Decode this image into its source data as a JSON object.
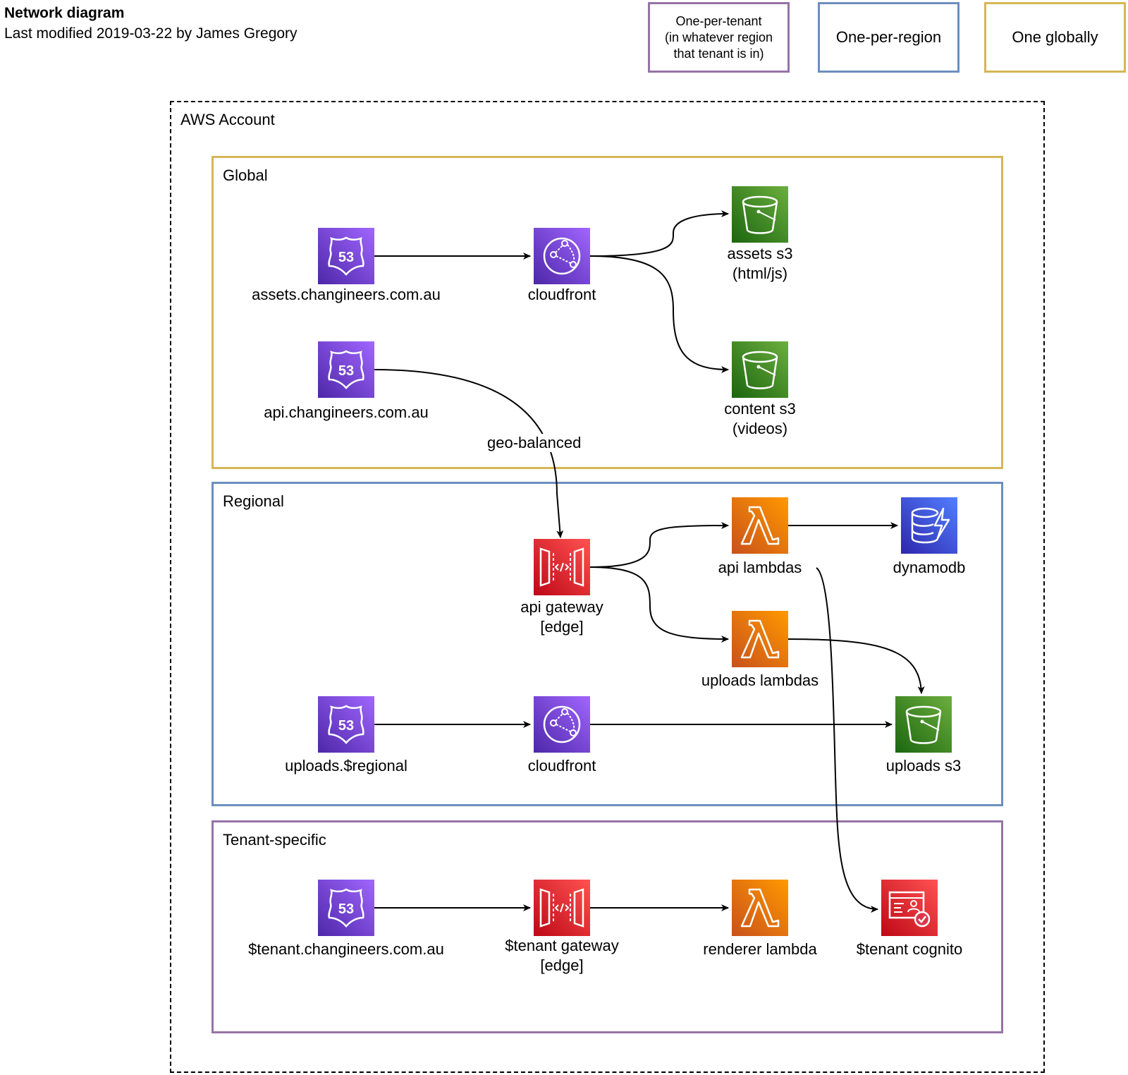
{
  "header": {
    "title": "Network diagram",
    "subtitle": "Last modified 2019-03-22 by James Gregory"
  },
  "legend": {
    "tenant": "One-per-tenant\n(in whatever region\nthat tenant is in)",
    "region": "One-per-region",
    "global": "One globally"
  },
  "account": {
    "label": "AWS Account"
  },
  "groups": {
    "global": "Global",
    "regional": "Regional",
    "tenant": "Tenant-specific"
  },
  "nodes": {
    "r53_assets": {
      "label": "assets.changineers.com.au",
      "icon": "route53-icon"
    },
    "cf_global": {
      "label": "cloudfront",
      "icon": "cloudfront-icon"
    },
    "s3_assets": {
      "label": "assets s3\n(html/js)",
      "icon": "s3-bucket-icon"
    },
    "r53_api": {
      "label": "api.changineers.com.au",
      "icon": "route53-icon"
    },
    "s3_content": {
      "label": "content s3\n(videos)",
      "icon": "s3-bucket-icon"
    },
    "apigw": {
      "label": "api gateway\n[edge]",
      "icon": "api-gateway-icon"
    },
    "lambda_api": {
      "label": "api lambdas",
      "icon": "lambda-icon"
    },
    "dynamodb": {
      "label": "dynamodb",
      "icon": "dynamodb-icon"
    },
    "lambda_uploads": {
      "label": "uploads lambdas",
      "icon": "lambda-icon"
    },
    "r53_uploads": {
      "label": "uploads.$regional",
      "icon": "route53-icon"
    },
    "cf_regional": {
      "label": "cloudfront",
      "icon": "cloudfront-icon"
    },
    "s3_uploads": {
      "label": "uploads s3",
      "icon": "s3-bucket-icon"
    },
    "r53_tenant": {
      "label": "$tenant.changineers.com.au",
      "icon": "route53-icon"
    },
    "tenant_gw": {
      "label": "$tenant gateway\n[edge]",
      "icon": "api-gateway-icon"
    },
    "lambda_renderer": {
      "label": "renderer lambda",
      "icon": "lambda-icon"
    },
    "cognito": {
      "label": "$tenant cognito",
      "icon": "cognito-icon"
    }
  },
  "edges": {
    "geo_label": "geo-balanced"
  },
  "colors": {
    "purple": "#7b42d8",
    "orange": "#ed7100",
    "green": "#3f8624",
    "red": "#dd344c",
    "blue": "#4d5bd9",
    "legend_tenant": "#9673a6",
    "legend_region": "#6c8ebf",
    "legend_global": "#d6b656"
  }
}
